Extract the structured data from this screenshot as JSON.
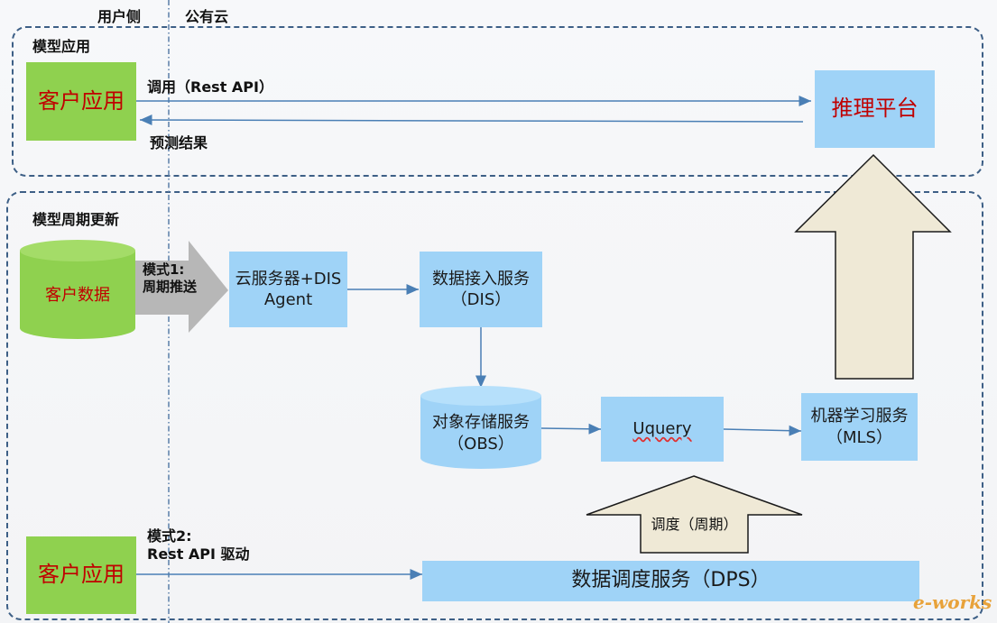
{
  "header": {
    "user_side": "用户侧",
    "public_cloud": "公有云"
  },
  "groups": {
    "model_app": "模型应用",
    "model_cycle": "模型周期更新"
  },
  "top": {
    "client_app": "客户应用",
    "call_label": "调用（Rest API）",
    "result_label": "预测结果",
    "inference": "推理平台"
  },
  "mid": {
    "client_data": "客户数据",
    "mode1_line1": "模式1:",
    "mode1_line2": "周期推送",
    "cloud_server_line1": "云服务器+DIS",
    "cloud_server_line2": "Agent",
    "dis_line1": "数据接入服务",
    "dis_line2": "（DIS）",
    "obs_line1": "对象存储服务",
    "obs_line2": "（OBS）",
    "uquery": "Uquery",
    "mls_line1": "机器学习服务",
    "mls_line2": "（MLS）"
  },
  "bottom": {
    "client_app": "客户应用",
    "mode2_line1": "模式2:",
    "mode2_line2": "Rest API 驱动",
    "schedule_label": "调度（周期）",
    "dps": "数据调度服务（DPS）"
  },
  "watermark": "e-works",
  "colors": {
    "blue_box": "#9fd3f7",
    "green_box": "#8fd14f",
    "red_text": "#c00000",
    "arrow_fill": "#efe9d6",
    "line": "#4a7fb5"
  }
}
